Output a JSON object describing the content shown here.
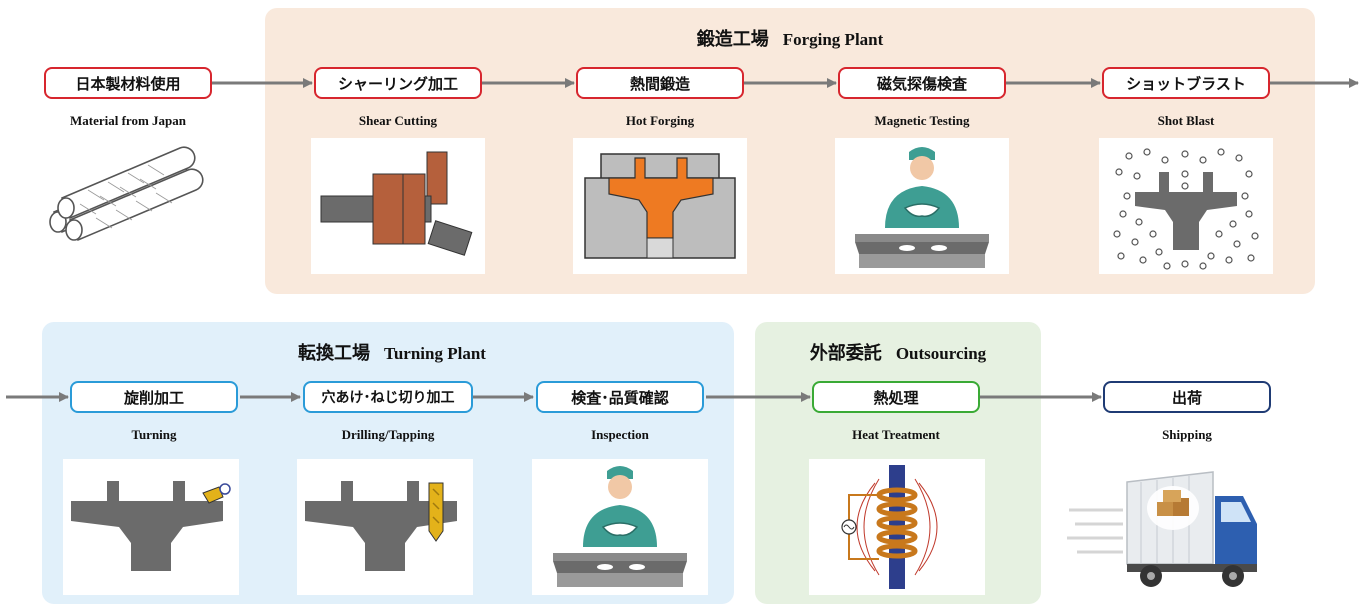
{
  "colors": {
    "forging_bg": "#f9e9dc",
    "turning_bg": "#e1f0fa",
    "outsourcing_bg": "#e6f1e1",
    "red_border": "#d7262e",
    "blue_border": "#2a9bd8",
    "green_border": "#3aaa35",
    "navy_border": "#1f3b74",
    "arrow": "#7a7a7a",
    "steel": "#6b6b6b",
    "hot_metal": "#ee7a22"
  },
  "panels": {
    "forging": {
      "title_jp": "鍛造工場",
      "title_en": "Forging Plant"
    },
    "turning": {
      "title_jp": "転換工場",
      "title_en": "Turning Plant"
    },
    "outsourcing": {
      "title_jp": "外部委託",
      "title_en": "Outsourcing"
    }
  },
  "steps": {
    "material": {
      "label": "日本製材料使用",
      "caption": "Material from Japan",
      "icon": "steel-bars"
    },
    "shear": {
      "label": "シャーリング加工",
      "caption": "Shear Cutting",
      "icon": "shear-cutting"
    },
    "hot_forging": {
      "label": "熱間鍛造",
      "caption": "Hot Forging",
      "icon": "forging-die"
    },
    "magnetic": {
      "label": "磁気探傷検査",
      "caption": "Magnetic Testing",
      "icon": "inspector"
    },
    "shot_blast": {
      "label": "ショットブラスト",
      "caption": "Shot Blast",
      "icon": "shot-blast"
    },
    "turning": {
      "label": "旋削加工",
      "caption": "Turning",
      "icon": "lathe-tool"
    },
    "drilling": {
      "label": "穴あけ･ねじ切り加工",
      "caption": "Drilling/Tapping",
      "icon": "drill-bit"
    },
    "inspection": {
      "label": "検査･品質確認",
      "caption": "Inspection",
      "icon": "inspector"
    },
    "heat": {
      "label": "熱処理",
      "caption": "Heat Treatment",
      "icon": "induction-coil"
    },
    "shipping": {
      "label": "出荷",
      "caption": "Shipping",
      "icon": "delivery-truck"
    }
  }
}
